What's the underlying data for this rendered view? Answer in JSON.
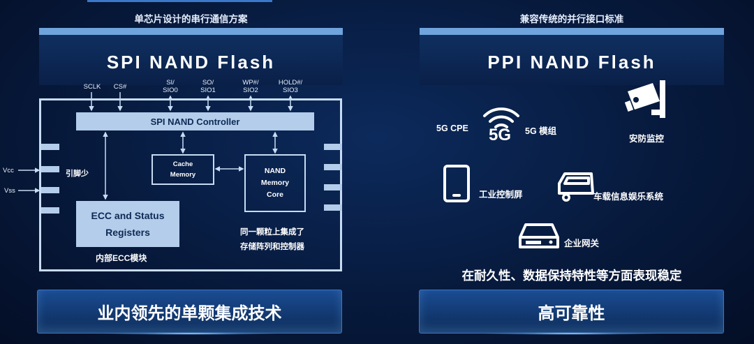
{
  "left": {
    "subtitle": "单芯片设计的串行通信方案",
    "title": "SPI NAND Flash",
    "pins": [
      {
        "line1": "SCLK",
        "line2": ""
      },
      {
        "line1": "CS#",
        "line2": ""
      },
      {
        "line1": "SI/",
        "line2": "SIO0"
      },
      {
        "line1": "SO/",
        "line2": "SIO1"
      },
      {
        "line1": "WP#/",
        "line2": "SIO2"
      },
      {
        "line1": "HOLD#/",
        "line2": "SIO3"
      }
    ],
    "vcc": "Vcc",
    "vss": "Vss",
    "fewer_pins": "引脚少",
    "controller": "SPI NAND Controller",
    "cache_line1": "Cache",
    "cache_line2": "Memory",
    "nand_line1": "NAND",
    "nand_line2": "Memory",
    "nand_line3": "Core",
    "ecc_line1": "ECC and Status",
    "ecc_line2": "Registers",
    "ecc_caption": "内部ECC模块",
    "integrated_line1": "同一颗粒上集成了",
    "integrated_line2": "存储阵列和控制器",
    "button": "业内领先的单颗集成技术"
  },
  "right": {
    "subtitle": "兼容传统的并行接口标准",
    "title": "PPI NAND Flash",
    "icon_5g_text": "5G",
    "apps": {
      "cpe": "5G CPE",
      "module": "5G 模组",
      "security": "安防监控",
      "industrial": "工业控制屏",
      "vehicle": "车载信息娱乐系统",
      "gateway": "企业网关"
    },
    "reliability_text": "在耐久性、数据保持特性等方面表现稳定",
    "button": "高可靠性"
  },
  "colors": {
    "background": "#071a3d",
    "panel_bar": "#6fa4dc",
    "chip_fill": "#b3cdea",
    "button_border": "#3d74c2"
  }
}
